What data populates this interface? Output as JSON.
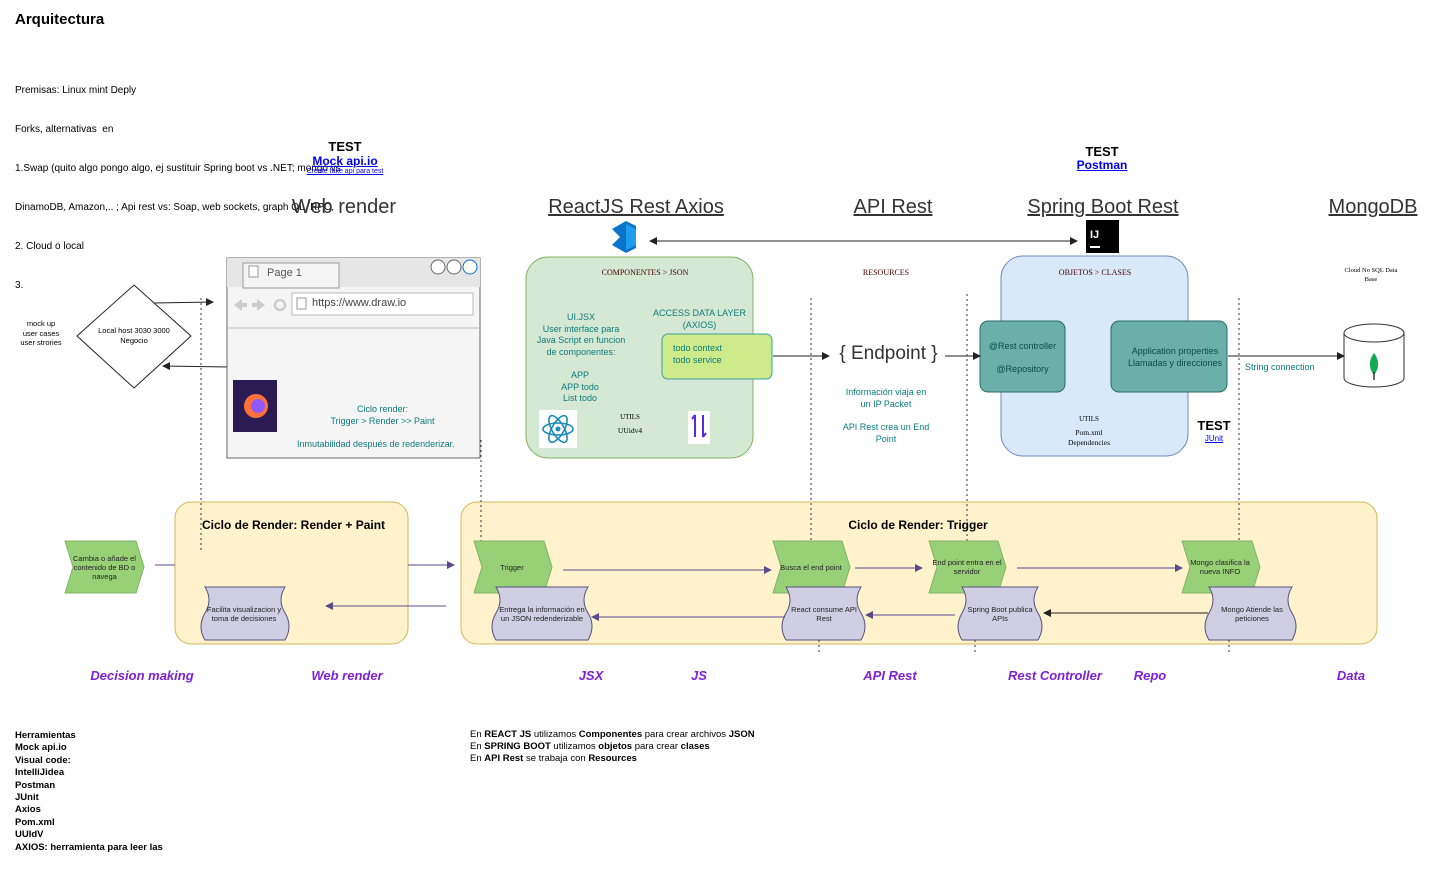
{
  "title": "Arquitectura",
  "premisas": [
    "Premisas: Linux mint Deply",
    "Forks, alternativas  en",
    "1.Swap (quito algo pongo algo, ej sustituir Spring boot vs .NET; mongo vs",
    "DinamoDB, Amazon,.. ; Api rest vs: Soap, web sockets, graph QL, RPC,",
    "2. Cloud o local",
    "3."
  ],
  "test_left": {
    "title": "TEST",
    "link": "Mock api.io",
    "sub": "Create fake api para test"
  },
  "test_right": {
    "title": "TEST",
    "link": "Postman"
  },
  "test_junit": {
    "title": "TEST",
    "link": "JUnit"
  },
  "columns": {
    "web_render": "Web render",
    "react": "ReactJS Rest Axios",
    "api": "API Rest",
    "spring": "Spring Boot Rest",
    "mongo": "MongoDB"
  },
  "icons": {
    "vscode": "vscode-icon",
    "intellij": "intellij-icon",
    "react": "react-atom-icon",
    "axios": "axios-icon",
    "firefox": "firefox-icon",
    "mongo": "mongodb-leaf-icon"
  },
  "left_actor": {
    "label": [
      "mock up",
      "user cases",
      "user strories"
    ],
    "diamond": [
      "Local host 3030 3000",
      "Negocio"
    ]
  },
  "browser": {
    "tab": "Page 1",
    "url": "https://www.draw.io",
    "ciclo": [
      "Ciclo render:",
      "Trigger > Render >> Paint"
    ],
    "inmutabilidad": "Inmutabilidad después de redenderizar."
  },
  "react_box": {
    "header": "COMPONENTES > JSON",
    "ui": [
      "UI.JSX",
      "User interface para",
      "Java Script en funcion",
      "de componentes:"
    ],
    "app": [
      "APP",
      "APP todo",
      "List todo"
    ],
    "access": [
      "ACCESS DATA LAYER",
      "(AXIOS)"
    ],
    "todo": [
      "todo context",
      "todo service"
    ],
    "utils": "UTILS",
    "uuid": "UUidv4"
  },
  "api": {
    "resources": "RESOURCES",
    "endpoint": "{ Endpoint }",
    "info": [
      "Información viaja en",
      "un IP Packet"
    ],
    "crea": [
      "API Rest crea un End",
      "Point"
    ]
  },
  "spring_box": {
    "header": "OBJETOS > CLASES",
    "controller": [
      "@Rest controller",
      "",
      "@Repository"
    ],
    "props": [
      "Application properties",
      "Llamadas y direcciones"
    ],
    "utils": "UTILS",
    "pom": [
      "Pom.xml",
      "Dependencies"
    ]
  },
  "mongo": {
    "cloud": [
      "Cloud No SQL Data",
      "Base"
    ],
    "conn": "String connection"
  },
  "cycle_left": {
    "title": "Ciclo de Render: Render + Paint",
    "facilita": [
      "Facilita visualizacion y",
      "toma de decisiones"
    ]
  },
  "cycle_right": {
    "title": "Ciclo de Render: Trigger"
  },
  "cambia": [
    "Cambia  o añade el",
    "contenido de BD o",
    "navega"
  ],
  "chevrons": {
    "trigger": "Trigger",
    "busca": [
      "Busca el end point"
    ],
    "endpoint": [
      "End point entra en el",
      "servidor"
    ],
    "mongo": [
      "Mongo clasifica la",
      "nueva INFO"
    ]
  },
  "scrolls": {
    "entrega": [
      "Entrega la información en",
      "un JSON redenderizable"
    ],
    "react": [
      "React consume API",
      "Rest"
    ],
    "spring": [
      "Spring Boot publica",
      "APIs"
    ],
    "mongo": [
      "Mongo Atiende las",
      "peticiones"
    ]
  },
  "bottom_labels": [
    "Decision making",
    "Web render",
    "JSX",
    "JS",
    "API Rest",
    "Rest Controller",
    "Repo",
    "Data"
  ],
  "tools": [
    "Herramientas",
    "Mock api.io",
    "Visual code:",
    "IntelliJidea",
    "Postman",
    "JUnit",
    "Axios",
    "Pom.xml",
    "UUIdV",
    "AXIOS: herramienta para leer las"
  ],
  "notes": [
    {
      "p1": "En ",
      "b1": "REACT JS",
      "p2": " utilizamos ",
      "b2": "Componentes",
      "p3": " para crear archivos ",
      "b3": "JSON"
    },
    {
      "p1": "En ",
      "b1": "SPRING BOOT",
      "p2": " utilizamos ",
      "b2": "objetos",
      "p3": " para crear ",
      "b3": "clases"
    },
    {
      "p1": "En ",
      "b1": "API Rest",
      "p2": " se trabaja con ",
      "b2": "Resources",
      "p3": "",
      "b3": ""
    }
  ],
  "colors": {
    "react_box": "#d5e8d4",
    "spring_box": "#dae8fc",
    "cycle": "#fff2cc",
    "teal_box": "#6ab0a9",
    "chevron": "#97d077",
    "scroll": "#d0cee2",
    "todo_box": "#cdeb8b",
    "label_purple": "#7f21d6"
  }
}
